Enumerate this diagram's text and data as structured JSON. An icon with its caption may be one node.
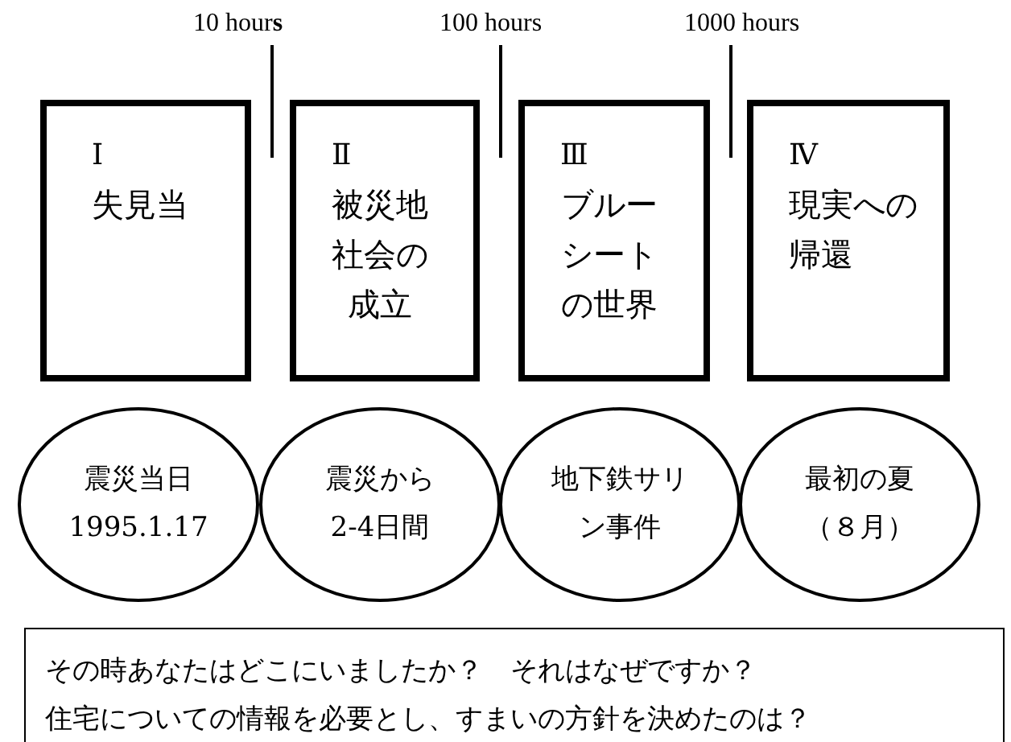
{
  "diagram": {
    "nodes": [
      {
        "text": [
          "Ⅰ",
          "失見当"
        ]
      },
      {
        "text": [
          "Ⅱ",
          "被災地社会の成立"
        ]
      },
      {
        "text": [
          "Ⅲ",
          "ブルーシートの世界"
        ]
      },
      {
        "text": [
          "Ⅳ",
          "現実への帰還"
        ]
      },
      {
        "text": [
          "震災当日",
          "1995.1.17"
        ]
      },
      {
        "text": [
          "震災から2-4日間"
        ]
      },
      {
        "text": [
          "地下鉄サリン事件"
        ]
      },
      {
        "text": [
          "最初の夏（８月）"
        ]
      },
      {
        "text": [
          "その時あなたはどこにいましたか？　それはなぜですか？",
          "住宅についての情報を必要とし、すまいの方針を決めたのは？"
        ]
      }
    ],
    "labels": [
      "10 hour**s**",
      "100 hours",
      "1000 hours"
    ]
  }
}
